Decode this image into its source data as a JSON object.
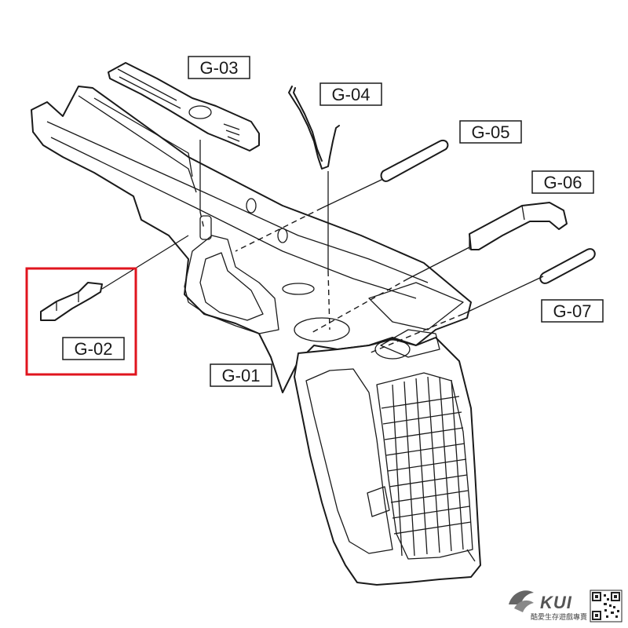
{
  "parts": [
    {
      "id": "G-01",
      "label": "G-01"
    },
    {
      "id": "G-02",
      "label": "G-02"
    },
    {
      "id": "G-03",
      "label": "G-03"
    },
    {
      "id": "G-04",
      "label": "G-04"
    },
    {
      "id": "G-05",
      "label": "G-05"
    },
    {
      "id": "G-06",
      "label": "G-06"
    },
    {
      "id": "G-07",
      "label": "G-07"
    }
  ],
  "highlight": {
    "part": "G-02",
    "color": "#e0141e"
  },
  "watermark": {
    "brand": "KUI",
    "tagline": "酷愛生存遊戲專賣"
  }
}
